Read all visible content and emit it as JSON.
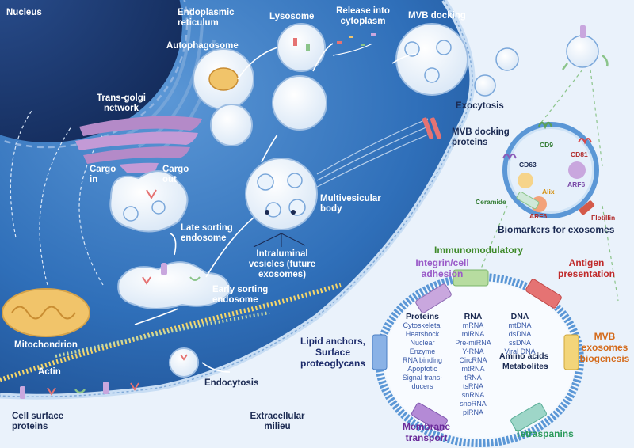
{
  "labels": {
    "nucleus": "Nucleus",
    "er": "Endoplasmic reticulum",
    "lysosome": "Lysosome",
    "release": "Release into cytoplasm",
    "mvb_docking": "MVB docking",
    "autophagosome": "Autophagosome",
    "exocytosis": "Exocytosis",
    "trans_golgi": "Trans-golgi network",
    "cargo_in": "Cargo in",
    "cargo_out": "Cargo out",
    "mvb_docking_proteins": "MVB docking proteins",
    "late_sorting": "Late sorting endosome",
    "multivesicular": "Multivesicular body",
    "intraluminal": "Intraluminal vesicles (future exosomes)",
    "early_sorting": "Early sorting endosome",
    "mitochondrion": "Mitochondrion",
    "actin": "Actin",
    "endocytosis": "Endocytosis",
    "cell_surface": "Cell surface proteins",
    "extracellular": "Extracellular milieu"
  },
  "biomarkers": {
    "title": "Biomarkers for exosomes",
    "cd9": "CD9",
    "cd63": "CD63",
    "cd81": "CD81",
    "alix": "Alix",
    "arf6_a": "ARF6",
    "arf6_b": "ARF6",
    "ceramide": "Ceramide",
    "flotillin": "Flotillin"
  },
  "exosome_ring": {
    "immunomodulatory": "Immunomodulatory",
    "integrin": "Integrin/cell adhesion",
    "antigen": "Antigen presentation",
    "lipid": "Lipid anchors, Surface proteoglycans",
    "mvb_biogenesis": "MVB exosomes biogenesis",
    "membrane": "Membrane transport",
    "tetraspanins": "Tetraspanins"
  },
  "contents": {
    "proteins": {
      "title": "Proteins",
      "items": [
        "Cytoskeletal",
        "Heatshock",
        "Nuclear",
        "Enzyme",
        "RNA binding",
        "Apoptotic",
        "Signal trans-",
        "ducers"
      ]
    },
    "rna": {
      "title": "RNA",
      "items": [
        "mRNA",
        "miRNA",
        "Pre-miRNA",
        "Y-RNA",
        "CircRNA",
        "mtRNA",
        "tRNA",
        "tsRNA",
        "snRNA",
        "snoRNA",
        "piRNA"
      ]
    },
    "dna": {
      "title": "DNA",
      "items": [
        "mtDNA",
        "dsDNA",
        "ssDNA",
        "Viral DNA"
      ]
    },
    "amino": "Amino acids",
    "metabolites": "Metabolites"
  },
  "colors": {
    "cytoplasm": "#2e6fb8",
    "membrane": "#a9c8ea",
    "golgi": "#b48ac8",
    "mito": "#f1c46a",
    "green_seg": "#b7dca0",
    "purple_seg": "#c9a7de",
    "red_seg": "#e57373",
    "blue_seg": "#8ab2e6",
    "yellow_seg": "#f3d57a",
    "violet_seg": "#b48ad6",
    "teal_seg": "#9ed6c8"
  }
}
